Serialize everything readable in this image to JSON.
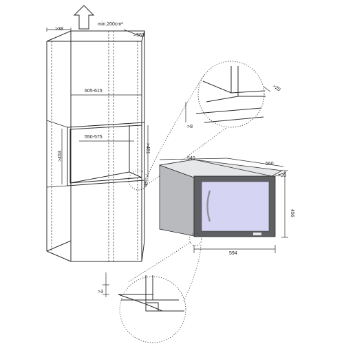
{
  "labels": {
    "arrow_note": "min.200cm²",
    "top_depth": ">38",
    "top_right_depth": ">560",
    "inner_width": "605-615",
    "niche_width": "550-575",
    "niche_height": ">453",
    "right_height": ">461",
    "small_gap": ">4",
    "zoom_side": ">20",
    "zoom_bottom": ">8",
    "unit_top_width": "540",
    "unit_depth": "560",
    "unit_side": ">20",
    "unit_height": "456",
    "unit_width": "594",
    "bottom_zoom": ">3"
  },
  "colors": {
    "line": "#2b2b2b",
    "appliance_body": "#b8babd",
    "appliance_top": "#e6e7e8",
    "door_frame": "#5e6063",
    "glass": "#d6d4f3",
    "handle": "#8e9093"
  }
}
